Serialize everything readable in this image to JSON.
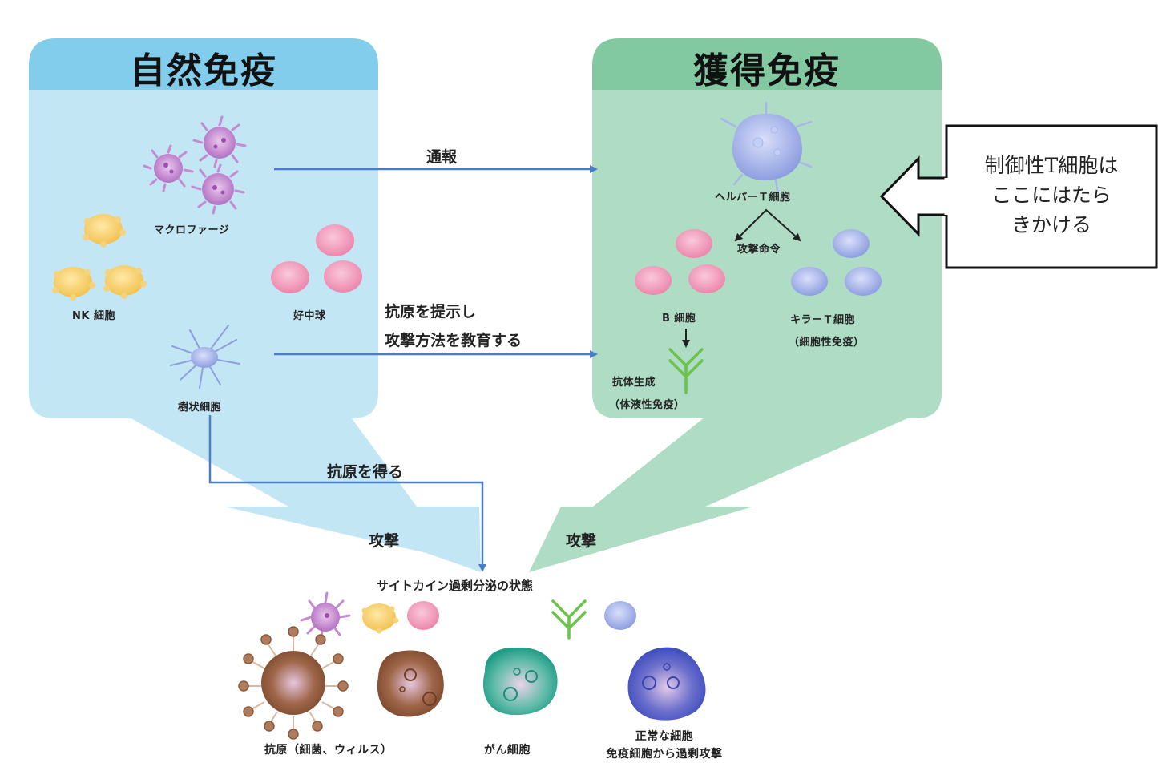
{
  "colors": {
    "innate_header": "#82CDEB",
    "innate_body": "#C3E6F5",
    "adaptive_header": "#82C8A0",
    "adaptive_body": "#AFDCC4",
    "connector_line": "#4A7CC7",
    "antibody_green": "#6CC24A"
  },
  "innate_panel": {
    "title": "自然免疫",
    "cells": {
      "macrophage": "マクロファージ",
      "nk_cell": "NK 細胞",
      "neutrophil": "好中球",
      "dendritic_cell": "樹状細胞"
    }
  },
  "adaptive_panel": {
    "title": "獲得免疫",
    "cells": {
      "helper_t": "ヘルパーＴ細胞",
      "attack_command": "攻撃命令",
      "b_cell": "B 細胞",
      "killer_t": "キラーＴ細胞",
      "killer_t_note": "（細胞性免疫）",
      "antibody_production": "抗体生成",
      "antibody_note": "（体液性免疫）"
    }
  },
  "connectors": {
    "notify": "通報",
    "present_line1": "抗原を提示し",
    "present_line2": "攻撃方法を教育する",
    "obtain_antigen": "抗原を得る",
    "attack_left": "攻撃",
    "attack_right": "攻撃"
  },
  "callout": {
    "line1": "制御性T細胞は",
    "line2": "ここにはたら",
    "line3": "きかける"
  },
  "bottom": {
    "title": "サイトカイン過剰分泌の状態",
    "antigen_label": "抗原（細菌、ウィルス）",
    "cancer_label": "がん細胞",
    "normal_line1": "正常な細胞",
    "normal_line2": "免疫細胞から過剰攻撃"
  }
}
